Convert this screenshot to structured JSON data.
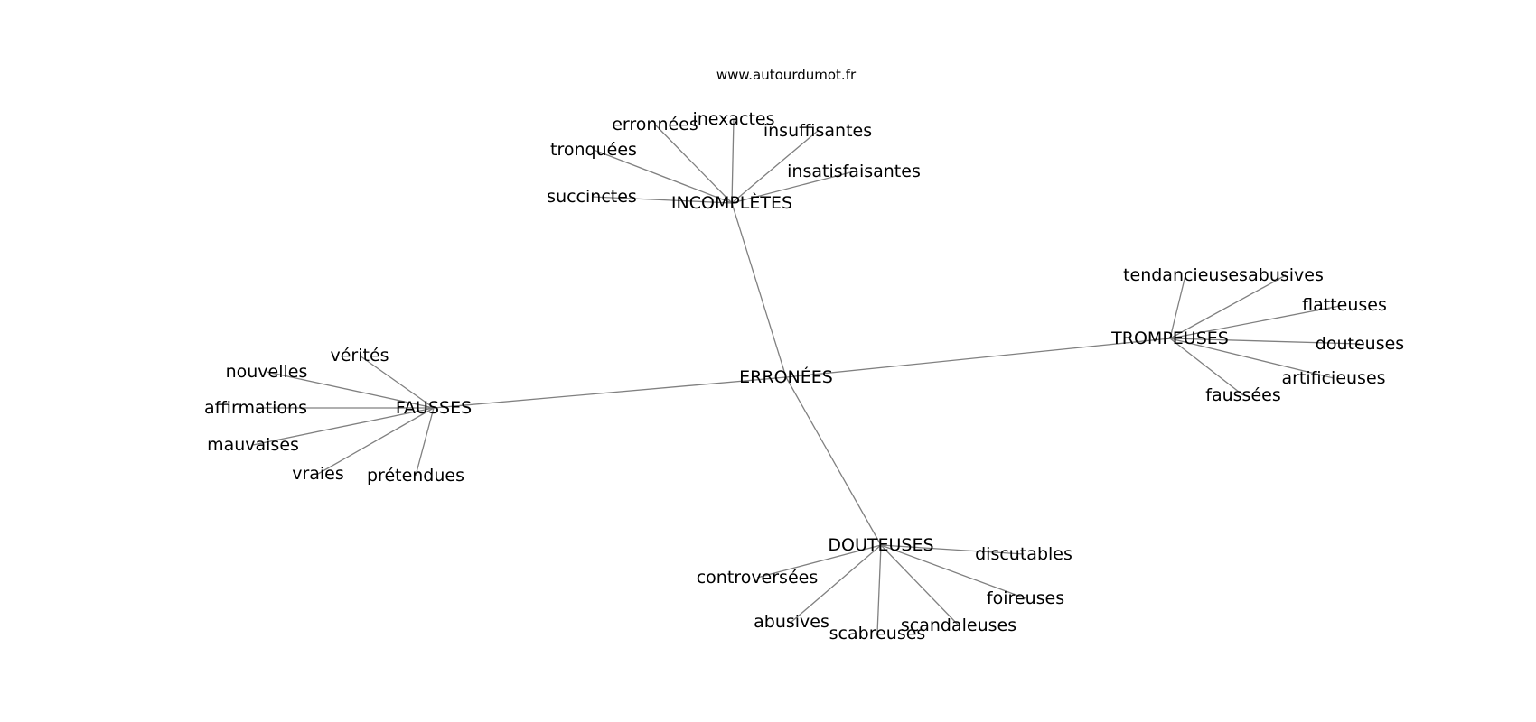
{
  "header": {
    "site": "www.autourdumot.fr"
  },
  "graph": {
    "center": "ERRONÉES",
    "clusters": [
      {
        "hub": "INCOMPLÈTES",
        "words": [
          "succinctes",
          "tronquées",
          "erronnées",
          "inexactes",
          "insuffisantes",
          "insatisfaisantes"
        ]
      },
      {
        "hub": "TROMPEUSES",
        "words": [
          "tendancieuses",
          "abusives",
          "flatteuses",
          "douteuses",
          "artificieuses",
          "faussées"
        ]
      },
      {
        "hub": "FAUSSES",
        "words": [
          "vérités",
          "nouvelles",
          "affirmations",
          "mauvaises",
          "vraies",
          "prétendues"
        ]
      },
      {
        "hub": "DOUTEUSES",
        "words": [
          "discutables",
          "foireuses",
          "scandaleuses",
          "scabreuses",
          "abusives",
          "controversées"
        ]
      }
    ]
  }
}
